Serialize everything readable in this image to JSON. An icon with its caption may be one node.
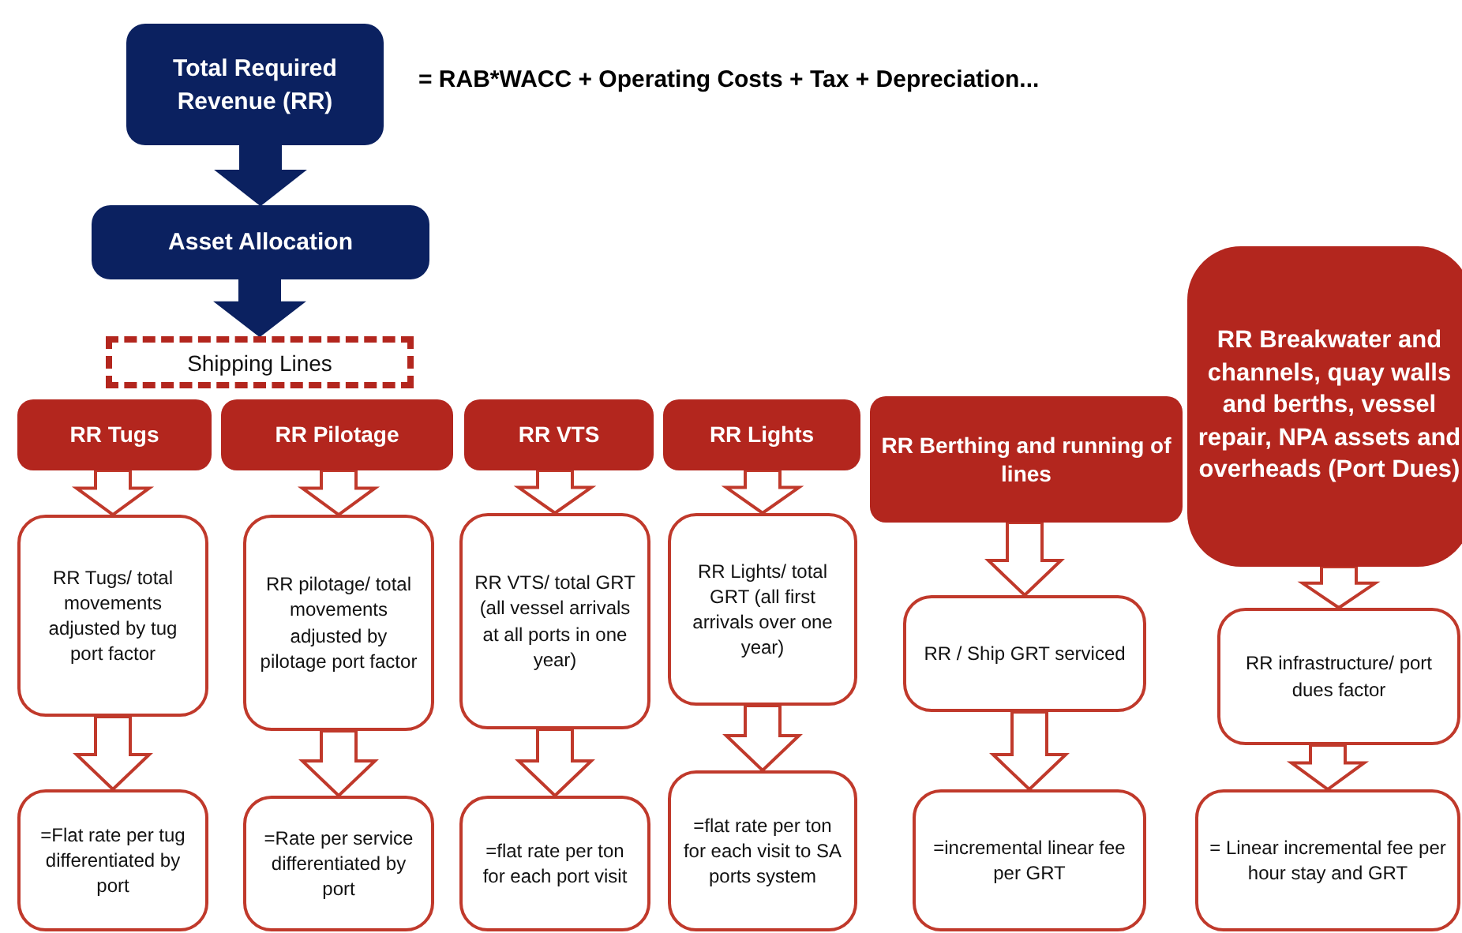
{
  "diagram": {
    "nodes": [
      {
        "text": [
          "Total Required Revenue (RR)"
        ]
      },
      {
        "text": [
          "Asset Allocation"
        ]
      },
      {
        "text": [
          "Shipping Lines"
        ]
      },
      {
        "text": [
          "RR Tugs"
        ]
      },
      {
        "text": [
          "RR Pilotage"
        ]
      },
      {
        "text": [
          "RR VTS"
        ]
      },
      {
        "text": [
          "RR Lights"
        ]
      },
      {
        "text": [
          "RR Berthing and running of lines"
        ]
      },
      {
        "text": [
          "RR Breakwater and channels, quay walls and berths, vessel repair, NPA assets and overheads (Port Dues)"
        ]
      },
      {
        "text": [
          "RR Tugs/ total movements adjusted by tug port factor"
        ]
      },
      {
        "text": [
          "RR pilotage/ total movements adjusted by pilotage port factor"
        ]
      },
      {
        "text": [
          "RR VTS/ total GRT (all vessel arrivals at all ports in one year)"
        ]
      },
      {
        "text": [
          "RR Lights/ total GRT (all first arrivals over one year)"
        ]
      },
      {
        "text": [
          "RR / Ship GRT serviced"
        ]
      },
      {
        "text": [
          "RR infrastructure/ port dues factor"
        ]
      },
      {
        "text": [
          "=Flat rate per tug differentiated by port"
        ]
      },
      {
        "text": [
          "=Rate per service differentiated by port"
        ]
      },
      {
        "text": [
          "=flat rate per ton for each port visit"
        ]
      },
      {
        "text": [
          "=flat rate per ton for each visit to SA ports system"
        ]
      },
      {
        "text": [
          "=incremental linear fee per GRT"
        ]
      },
      {
        "text": [
          "= Linear incremental fee per hour stay and GRT"
        ]
      }
    ],
    "edges": [
      {
        "from": 0,
        "to": 1,
        "arrow": "to",
        "style": "thick",
        "color": "#0b2160"
      },
      {
        "from": 1,
        "to": 2,
        "arrow": "to",
        "style": "thick",
        "color": "#0b2160"
      },
      {
        "from": 3,
        "to": 9,
        "arrow": "to"
      },
      {
        "from": 4,
        "to": 10,
        "arrow": "to"
      },
      {
        "from": 5,
        "to": 11,
        "arrow": "to"
      },
      {
        "from": 6,
        "to": 12,
        "arrow": "to"
      },
      {
        "from": 7,
        "to": 13,
        "arrow": "to"
      },
      {
        "from": 8,
        "to": 14,
        "arrow": "to"
      },
      {
        "from": 9,
        "to": 15,
        "arrow": "to"
      },
      {
        "from": 10,
        "to": 16,
        "arrow": "to"
      },
      {
        "from": 11,
        "to": 17,
        "arrow": "to"
      },
      {
        "from": 12,
        "to": 18,
        "arrow": "to"
      },
      {
        "from": 13,
        "to": 19,
        "arrow": "to"
      },
      {
        "from": 14,
        "to": 20,
        "arrow": "to"
      }
    ],
    "labels": [
      "= RAB*WACC + Operating Costs + Tax + Depreciation..."
    ]
  }
}
